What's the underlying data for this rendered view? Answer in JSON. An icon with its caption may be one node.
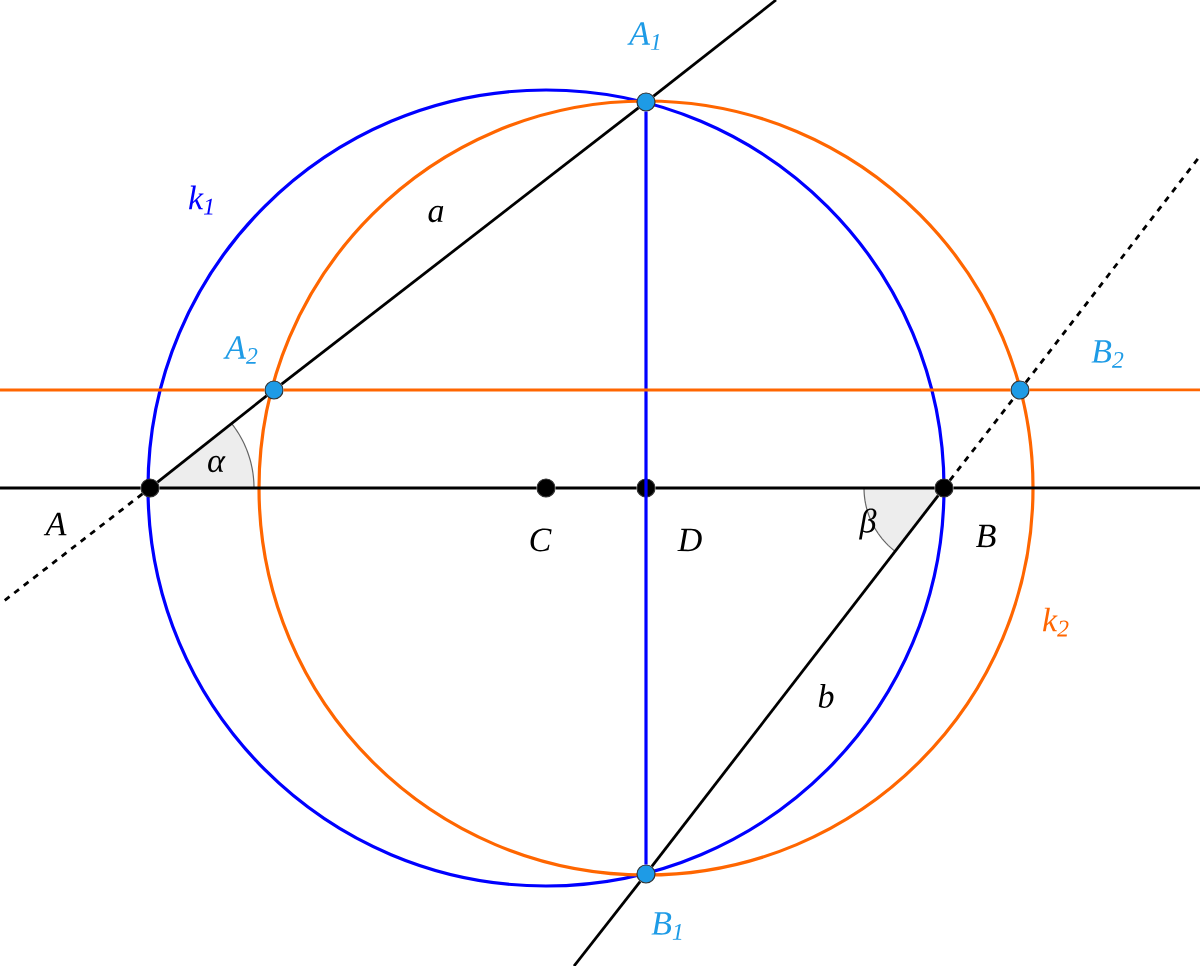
{
  "diagram": {
    "nodes": [
      {
        "text": [],
        "shape": "circle",
        "beside": [
          "A$_{1}$"
        ]
      },
      {
        "text": [],
        "shape": "circle",
        "beside": [
          "A$_{2}$"
        ]
      },
      {
        "text": [],
        "shape": "circle",
        "beside": [
          "A"
        ]
      },
      {
        "text": [],
        "shape": "circle",
        "beside": [
          "C"
        ]
      },
      {
        "text": [],
        "shape": "circle",
        "beside": [
          "D"
        ]
      },
      {
        "text": [],
        "shape": "circle",
        "beside": [
          "B"
        ]
      },
      {
        "text": [],
        "shape": "circle",
        "beside": [
          "B$_{2}$"
        ]
      },
      {
        "text": [],
        "shape": "circle",
        "beside": [
          "B$_{1}$"
        ]
      }
    ],
    "edges": [
      {
        "from": 2,
        "to": 1,
        "arrow": "none"
      },
      {
        "from": 1,
        "to": 0,
        "arrow": "none",
        "label": "a"
      },
      {
        "from": 2,
        "to": 3,
        "arrow": "none"
      },
      {
        "from": 3,
        "to": 4,
        "arrow": "none"
      },
      {
        "from": 4,
        "to": 5,
        "arrow": "none"
      },
      {
        "from": 0,
        "to": 7,
        "arrow": "none",
        "color": "#0000ff"
      },
      {
        "from": 1,
        "to": 6,
        "arrow": "none",
        "color": "#ff6600"
      },
      {
        "from": 7,
        "to": 5,
        "arrow": "none",
        "label": "b"
      },
      {
        "from": 5,
        "to": 6,
        "arrow": "none",
        "style": "dashed"
      }
    ],
    "labels": [
      "k$_{1}$",
      "k$_{2}$",
      "α",
      "β"
    ]
  }
}
